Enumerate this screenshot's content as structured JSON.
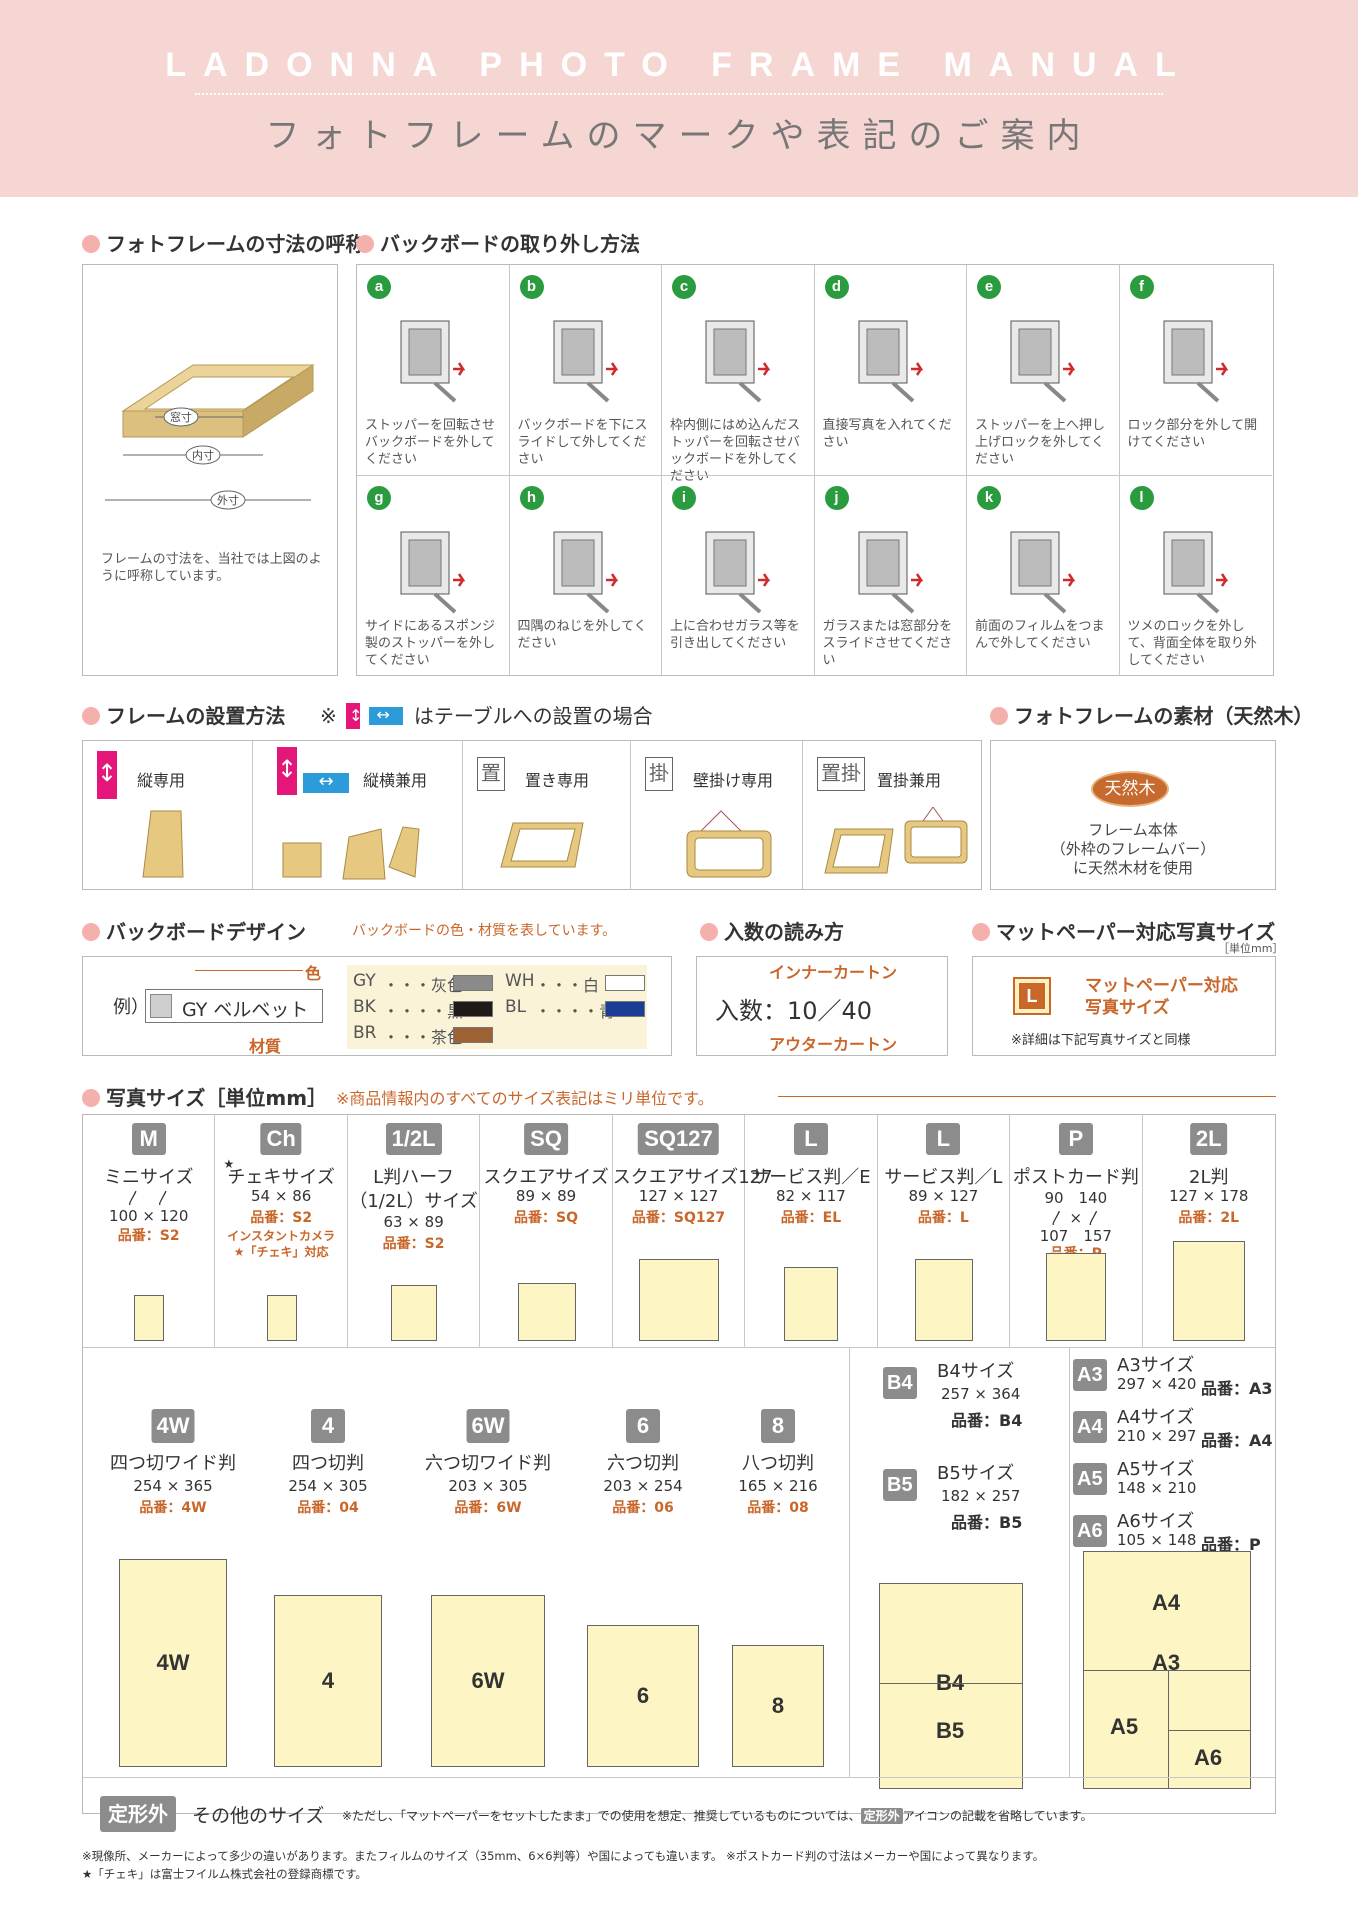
{
  "header": {
    "title_en": "LADONNA PHOTO FRAME MANUAL",
    "title_jp": "フォトフレームのマークや表記のご案内"
  },
  "sections": {
    "dimension": "フォトフレームの寸法の呼称",
    "backboard_removal": "バックボードの取り外し方法",
    "install": "フレームの設置方法",
    "material": "フォトフレームの素材（天然木）",
    "backboard_design": "バックボードデザイン",
    "count": "入数の読み方",
    "mat": "マットペーパー対応写真サイズ",
    "photo_sizes": "写真サイズ［単位mm］"
  },
  "dimension": {
    "window": "窓寸",
    "inner": "内寸",
    "outer": "外寸",
    "note": "フレームの寸法を、当社では上図のように呼称しています。"
  },
  "steps": [
    {
      "letter": "a",
      "text": "ストッパーを回転させバックボードを外してください"
    },
    {
      "letter": "b",
      "text": "バックボードを下にスライドして外してください"
    },
    {
      "letter": "c",
      "text": "枠内側にはめ込んだストッパーを回転させバックボードを外してください"
    },
    {
      "letter": "d",
      "text": "直接写真を入れてください"
    },
    {
      "letter": "e",
      "text": "ストッパーを上へ押し上げロックを外してください"
    },
    {
      "letter": "f",
      "text": "ロック部分を外して開けてください"
    },
    {
      "letter": "g",
      "text": "サイドにあるスポンジ製のストッパーを外してください"
    },
    {
      "letter": "h",
      "text": "四隅のねじを外してください"
    },
    {
      "letter": "i",
      "text": "上に合わせガラス等を引き出してください"
    },
    {
      "letter": "j",
      "text": "ガラスまたは窓部分をスライドさせてください"
    },
    {
      "letter": "k",
      "text": "前面のフィルムをつまんで外してください"
    },
    {
      "letter": "l",
      "text": "ツメのロックを外して、背面全体を取り外してください"
    }
  ],
  "install": {
    "note_prefix": "※",
    "note": "はテーブルへの設置の場合",
    "items": [
      {
        "icon": "",
        "label": "縦専用"
      },
      {
        "icon": "",
        "label": "縦横兼用"
      },
      {
        "icon": "置",
        "label": "置き専用"
      },
      {
        "icon": "掛",
        "label": "壁掛け専用"
      },
      {
        "icon": "置掛",
        "label": "置掛兼用"
      }
    ]
  },
  "material": {
    "badge": "天然木",
    "text1": "フレーム本体",
    "text2": "（外枠のフレームバー）",
    "text3": "に天然木材を使用"
  },
  "backboard_design": {
    "note": "バックボードの色・材質を表しています。",
    "color_label": "色",
    "material_label": "材質",
    "example_label": "例）",
    "example": "GY ベルベット",
    "colors": [
      {
        "code": "GY",
        "name": "・・・灰色",
        "hex": "#8a8a8a"
      },
      {
        "code": "BK",
        "name": "・・・・黒",
        "hex": "#1f1a17"
      },
      {
        "code": "BR",
        "name": "・・・茶色",
        "hex": "#9c6233"
      },
      {
        "code": "WH",
        "name": "・・・白",
        "hex": "#ffffff"
      },
      {
        "code": "BL",
        "name": "・・・・青",
        "hex": "#1a3d96"
      }
    ]
  },
  "count": {
    "inner": "インナーカートン",
    "label": "入数：10／40",
    "outer": "アウターカートン"
  },
  "mat": {
    "unit": "［単位mm］",
    "badge": "L",
    "title1": "マットペーパー対応",
    "title2": "写真サイズ",
    "note": "※詳細は下記写真サイズと同様"
  },
  "photo_note": "※商品情報内のすべてのサイズ表記はミリ単位です。",
  "sizes_top": [
    {
      "badge": "M",
      "name": "ミニサイズ",
      "dim1": "〳　〳",
      "dim2": "100 × 120",
      "code": "品番：S2"
    },
    {
      "badge": "Ch",
      "name": "チェキサイズ",
      "star": "★",
      "dim1": "54 × 86",
      "code": "品番：S2",
      "extra1": "インスタントカメラ",
      "extra2": "★「チェキ」対応"
    },
    {
      "badge": "1/2L",
      "name": "L判ハーフ",
      "name2": "（1/2L）サイズ",
      "dim1": "63 × 89",
      "code": "品番：S2"
    },
    {
      "badge": "SQ",
      "name": "スクエアサイズ",
      "dim1": "89 × 89",
      "code": "品番：SQ"
    },
    {
      "badge": "SQ127",
      "name": "スクエアサイズ127",
      "dim1": "127 × 127",
      "code": "品番：SQ127"
    },
    {
      "badge": "L",
      "name": "サービス判／E",
      "dim1": "82 × 117",
      "code": "品番：EL"
    },
    {
      "badge": "L",
      "name": "サービス判／L",
      "dim1": "89 × 127",
      "code": "品番：L"
    },
    {
      "badge": "P",
      "name": "ポストカード判",
      "dim1": "90　140",
      "dim2": "〳 × 〳",
      "dim3": "107　157",
      "code": "品番：P"
    },
    {
      "badge": "2L",
      "name": "2L判",
      "dim1": "127 × 178",
      "code": "品番：2L"
    }
  ],
  "sizes_bottom": [
    {
      "badge": "4W",
      "name": "四つ切ワイド判",
      "dim": "254 × 365",
      "code": "品番：4W",
      "paper": "4W"
    },
    {
      "badge": "4",
      "name": "四つ切判",
      "dim": "254 × 305",
      "code": "品番：04",
      "paper": "4"
    },
    {
      "badge": "6W",
      "name": "六つ切ワイド判",
      "dim": "203 × 305",
      "code": "品番：6W",
      "paper": "6W"
    },
    {
      "badge": "6",
      "name": "六つ切判",
      "dim": "203 × 254",
      "code": "品番：06",
      "paper": "6"
    },
    {
      "badge": "8",
      "name": "八つ切判",
      "dim": "165 × 216",
      "code": "品番：08",
      "paper": "8"
    }
  ],
  "sizes_b": [
    {
      "badge": "B4",
      "name": "B4サイズ",
      "dim": "257 × 364",
      "code": "品番：B4"
    },
    {
      "badge": "B5",
      "name": "B5サイズ",
      "dim": "182 × 257",
      "code": "品番：B5"
    }
  ],
  "sizes_a": [
    {
      "badge": "A3",
      "name": "A3サイズ",
      "dim": "297 × 420",
      "code": "品番：A3"
    },
    {
      "badge": "A4",
      "name": "A4サイズ",
      "dim": "210 × 297",
      "code": "品番：A4"
    },
    {
      "badge": "A5",
      "name": "A5サイズ",
      "dim": "148 × 210",
      "code": ""
    },
    {
      "badge": "A6",
      "name": "A6サイズ",
      "dim": "105 × 148",
      "code": "品番：P"
    }
  ],
  "b_papers": [
    "B4",
    "B5"
  ],
  "a_papers": [
    "A4",
    "A3",
    "A5",
    "A6"
  ],
  "other": {
    "badge": "定形外",
    "label": "その他のサイズ",
    "note_pre": "※ただし、「マットペーパーをセットしたまま」での使用を想定、推奨しているものについては、",
    "note_badge": "定形外",
    "note_post": "アイコンの記載を省略しています。"
  },
  "footnotes": [
    "※現像所、メーカーによって多少の違いがあります。またフィルムのサイズ（35mm、6×6判等）や国によっても違います。 ※ポストカード判の寸法はメーカーや国によって異なります。",
    "★「チェキ」は富士フイルム株式会社の登録商標です。"
  ]
}
